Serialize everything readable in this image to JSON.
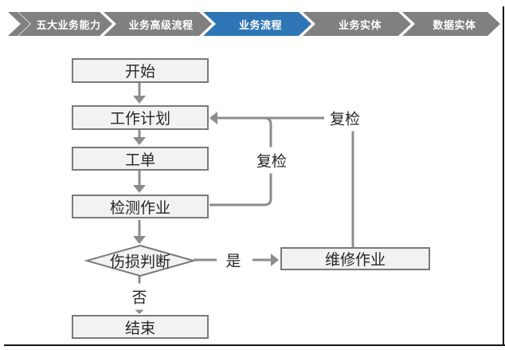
{
  "nav": {
    "items": [
      {
        "label": "五大业务能力",
        "active": false
      },
      {
        "label": "业务高级流程",
        "active": false
      },
      {
        "label": "业务流程",
        "active": true
      },
      {
        "label": "业务实体",
        "active": false
      },
      {
        "label": "数据实体",
        "active": false
      }
    ],
    "colors": {
      "inactive": "#808080",
      "active": "#2e75b6",
      "text": "#ffffff"
    }
  },
  "flowchart": {
    "nodes": {
      "start": {
        "label": "开始",
        "type": "process"
      },
      "work_plan": {
        "label": "工作计划",
        "type": "process"
      },
      "work_order": {
        "label": "工单",
        "type": "process"
      },
      "inspection": {
        "label": "检测作业",
        "type": "process"
      },
      "decision": {
        "label": "伤损判断",
        "type": "decision"
      },
      "repair": {
        "label": "维修作业",
        "type": "process"
      },
      "end": {
        "label": "结束",
        "type": "process"
      }
    },
    "edge_labels": {
      "recheck_inner": "复检",
      "recheck_outer": "复检",
      "yes": "是",
      "no": "否"
    },
    "colors": {
      "node_fill": "#f2f2f2",
      "node_border": "#7a7a7a",
      "connector": "#8c8c8c",
      "text": "#262626"
    }
  }
}
